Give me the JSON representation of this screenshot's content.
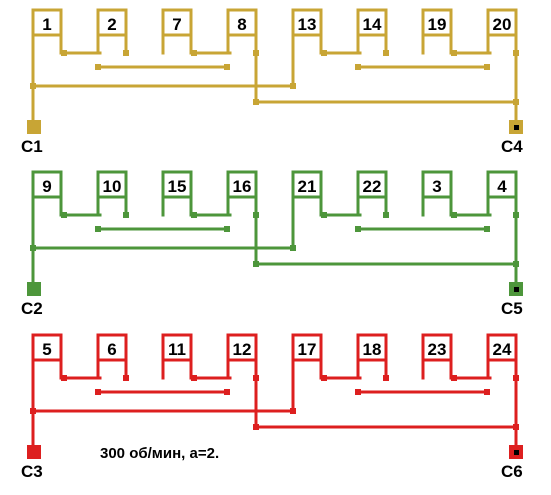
{
  "phases": [
    {
      "id": "phase-1",
      "color": "#c8a535",
      "coils": [
        "1",
        "2",
        "7",
        "8",
        "13",
        "14",
        "19",
        "20"
      ],
      "start_terminal": "C1",
      "end_terminal": "C4"
    },
    {
      "id": "phase-2",
      "color": "#4d963b",
      "coils": [
        "9",
        "10",
        "15",
        "16",
        "21",
        "22",
        "3",
        "4"
      ],
      "start_terminal": "C2",
      "end_terminal": "C5"
    },
    {
      "id": "phase-3",
      "color": "#dd1f1f",
      "coils": [
        "5",
        "6",
        "11",
        "12",
        "17",
        "18",
        "23",
        "24"
      ],
      "start_terminal": "C3",
      "end_terminal": "C6"
    }
  ],
  "note": "300 об/мин, а=2."
}
